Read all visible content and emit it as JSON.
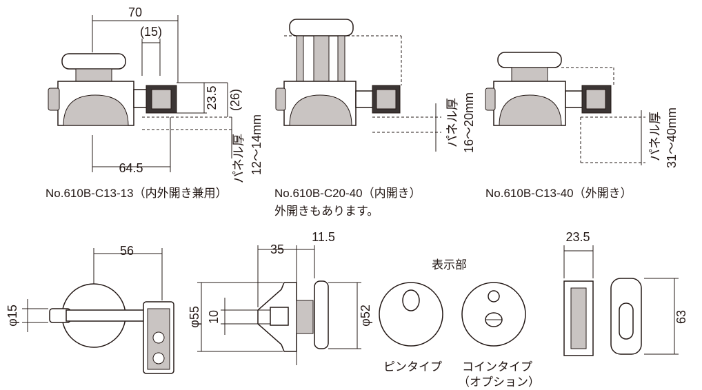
{
  "top_models": [
    {
      "caption": "No.610B-C13-13（内外開き兼用）"
    },
    {
      "caption": "No.610B-C20-40（内開き）",
      "caption2": "外開きもあります。"
    },
    {
      "caption": "No.610B-C13-40（外開き）"
    }
  ],
  "dims": {
    "w70": "70",
    "w15": "(15)",
    "h23_5": "23.5",
    "h26": "(26)",
    "w64_5": "64.5",
    "panel1": "パネル厚",
    "panel1_range": "12～14mm",
    "panel2": "パネル厚",
    "panel2_range": "16～20mm",
    "panel3": "パネル厚",
    "panel3_range": "31～40mm",
    "w56": "56",
    "d15": "φ15",
    "w35": "35",
    "w11_5": "11.5",
    "d55": "φ55",
    "h10": "10",
    "d52": "φ52",
    "w23_5": "23.5",
    "h63": "63"
  },
  "indicator": {
    "title": "表示部",
    "pin_label": "ピンタイプ",
    "coin_label": "コインタイプ",
    "coin_option": "（オプション）"
  }
}
